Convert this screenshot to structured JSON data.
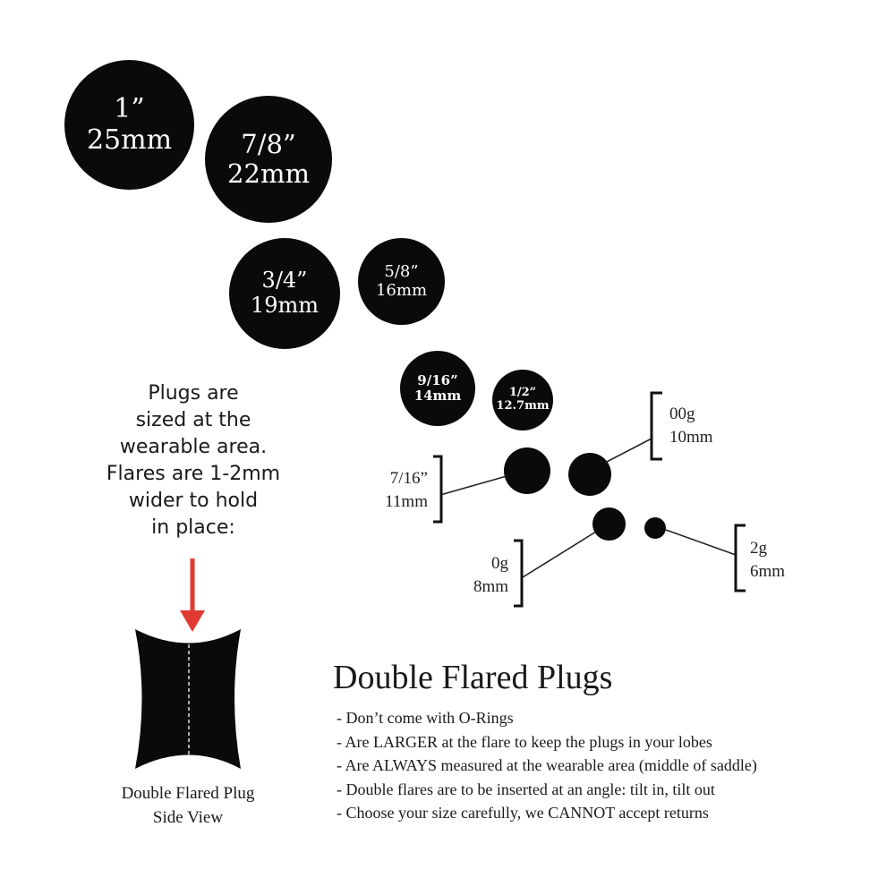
{
  "sizes": [
    {
      "inch": "1”",
      "mm": "25mm"
    },
    {
      "inch": "7/8”",
      "mm": "22mm"
    },
    {
      "inch": "3/4”",
      "mm": "19mm"
    },
    {
      "inch": "5/8”",
      "mm": "16mm"
    },
    {
      "inch": "9/16”",
      "mm": "14mm"
    },
    {
      "inch": "1/2”",
      "mm": "12.7mm"
    }
  ],
  "gauges": {
    "g00": {
      "gauge": "00g",
      "mm": "10mm"
    },
    "g716": {
      "inch": "7/16”",
      "mm": "11mm"
    },
    "g0": {
      "gauge": "0g",
      "mm": "8mm"
    },
    "g2": {
      "gauge": "2g",
      "mm": "6mm"
    }
  },
  "note": [
    "Plugs are",
    "sized at the",
    "wearable area.",
    "Flares are 1-2mm",
    "wider to hold",
    "in place:"
  ],
  "side_view_caption": [
    "Double Flared Plug",
    "Side View"
  ],
  "title": "Double Flared Plugs",
  "bullets": [
    "- Don’t come with O-Rings",
    "- Are LARGER at the flare to keep the plugs in your lobes",
    "- Are ALWAYS measured at the wearable area (middle of saddle)",
    "- Double flares are to be inserted at an angle:  tilt in, tilt out",
    "- Choose your size carefully, we CANNOT accept returns"
  ],
  "colors": {
    "plug": "#0a0a0a",
    "arrow": "#e23b33",
    "text": "#1a1a1a"
  }
}
